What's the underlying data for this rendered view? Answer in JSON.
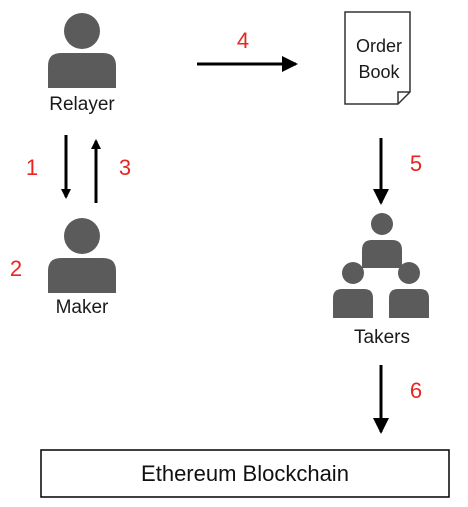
{
  "colors": {
    "person": "#5b5b5b",
    "arrow": "#000000",
    "step_number": "#e8261f",
    "text": "#1a1a1a"
  },
  "nodes": {
    "relayer": {
      "label": "Relayer",
      "icon": "person-icon"
    },
    "maker": {
      "label": "Maker",
      "icon": "person-icon"
    },
    "order_book": {
      "line1": "Order",
      "line2": "Book",
      "icon": "document-icon"
    },
    "takers": {
      "label": "Takers",
      "icon": "people-group-icon"
    },
    "blockchain": {
      "label": "Ethereum Blockchain"
    }
  },
  "steps": [
    "1",
    "2",
    "3",
    "4",
    "5",
    "6"
  ]
}
